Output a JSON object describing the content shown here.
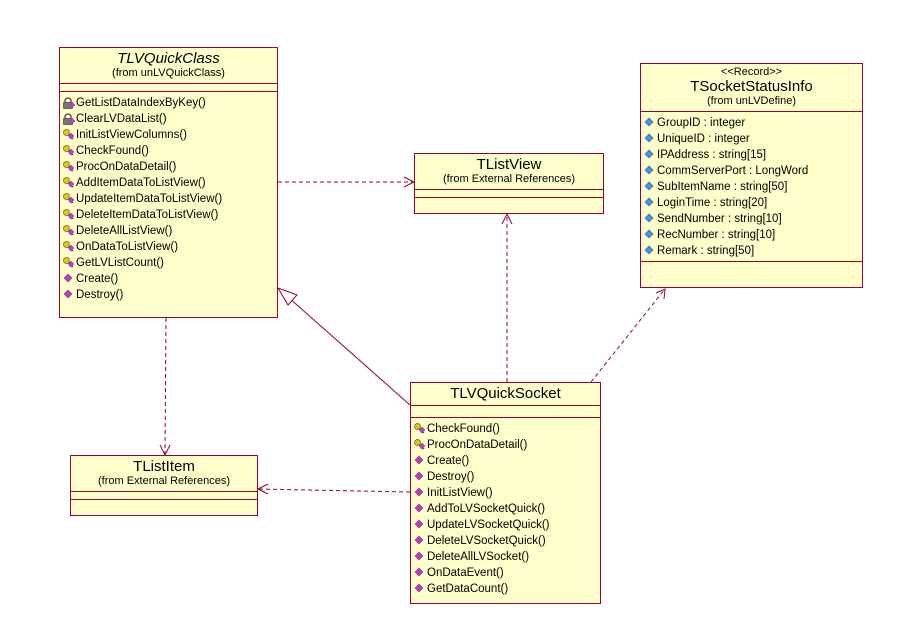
{
  "colors": {
    "class_fill": "#ffffcc",
    "border": "#990033",
    "method_public": "#cc33cc",
    "key_icon": "#e6c800",
    "attribute": "#3399ff"
  },
  "classes": {
    "tlvquickclass": {
      "name": "TLVQuickClass",
      "from": "(from unLVQuickClass)",
      "methods": [
        {
          "icon": "private-lock-icon",
          "label": "GetListDataIndexByKey()"
        },
        {
          "icon": "private-lock-icon",
          "label": "ClearLVDataList()"
        },
        {
          "icon": "protected-key-icon",
          "label": "InitListViewColumns()"
        },
        {
          "icon": "protected-key-icon",
          "label": "CheckFound()"
        },
        {
          "icon": "protected-key-icon",
          "label": "ProcOnDataDetail()"
        },
        {
          "icon": "protected-key-icon",
          "label": "AddItemDataToListView()"
        },
        {
          "icon": "protected-key-icon",
          "label": "UpdateItemDataToListView()"
        },
        {
          "icon": "protected-key-icon",
          "label": "DeleteItemDataToListView()"
        },
        {
          "icon": "protected-key-icon",
          "label": "DeleteAllListView()"
        },
        {
          "icon": "protected-key-icon",
          "label": "OnDataToListView()"
        },
        {
          "icon": "protected-key-icon",
          "label": "GetLVListCount()"
        },
        {
          "icon": "public-diamond-icon",
          "label": "Create()"
        },
        {
          "icon": "public-diamond-icon",
          "label": "Destroy()"
        }
      ]
    },
    "tlistview": {
      "name": "TListView",
      "from": "(from External References)"
    },
    "tsocketstatusinfo": {
      "stereotype": "<<Record>>",
      "name": "TSocketStatusInfo",
      "from": "(from unLVDefine)",
      "attributes": [
        {
          "icon": "attribute-diamond-icon",
          "label": "GroupID : integer"
        },
        {
          "icon": "attribute-diamond-icon",
          "label": "UniqueID : integer"
        },
        {
          "icon": "attribute-diamond-icon",
          "label": "IPAddress : string[15]"
        },
        {
          "icon": "attribute-diamond-icon",
          "label": "CommServerPort : LongWord"
        },
        {
          "icon": "attribute-diamond-icon",
          "label": "SubItemName : string[50]"
        },
        {
          "icon": "attribute-diamond-icon",
          "label": "LoginTime : string[20]"
        },
        {
          "icon": "attribute-diamond-icon",
          "label": "SendNumber : string[10]"
        },
        {
          "icon": "attribute-diamond-icon",
          "label": "RecNumber : string[10]"
        },
        {
          "icon": "attribute-diamond-icon",
          "label": "Remark : string[50]"
        }
      ]
    },
    "tlvquicksocket": {
      "name": "TLVQuickSocket",
      "methods": [
        {
          "icon": "protected-key-icon",
          "label": "CheckFound()"
        },
        {
          "icon": "protected-key-icon",
          "label": "ProcOnDataDetail()"
        },
        {
          "icon": "public-diamond-icon",
          "label": "Create()"
        },
        {
          "icon": "public-diamond-icon",
          "label": "Destroy()"
        },
        {
          "icon": "public-diamond-icon",
          "label": "InitListView()"
        },
        {
          "icon": "public-diamond-icon",
          "label": "AddToLVSocketQuick()"
        },
        {
          "icon": "public-diamond-icon",
          "label": "UpdateLVSocketQuick()"
        },
        {
          "icon": "public-diamond-icon",
          "label": "DeleteLVSocketQuick()"
        },
        {
          "icon": "public-diamond-icon",
          "label": "DeleteAllLVSocket()"
        },
        {
          "icon": "public-diamond-icon",
          "label": "OnDataEvent()"
        },
        {
          "icon": "public-diamond-icon",
          "label": "GetDataCount()"
        }
      ]
    },
    "tlistitem": {
      "name": "TListItem",
      "from": "(from External References)"
    }
  },
  "relations": [
    {
      "kind": "dependency",
      "from": "TLVQuickClass",
      "to": "TListView"
    },
    {
      "kind": "dependency",
      "from": "TLVQuickClass",
      "to": "TListItem"
    },
    {
      "kind": "generalization",
      "from": "TLVQuickSocket",
      "to": "TLVQuickClass"
    },
    {
      "kind": "dependency",
      "from": "TLVQuickSocket",
      "to": "TListView"
    },
    {
      "kind": "dependency",
      "from": "TLVQuickSocket",
      "to": "TSocketStatusInfo"
    },
    {
      "kind": "dependency",
      "from": "TLVQuickSocket",
      "to": "TListItem"
    }
  ]
}
